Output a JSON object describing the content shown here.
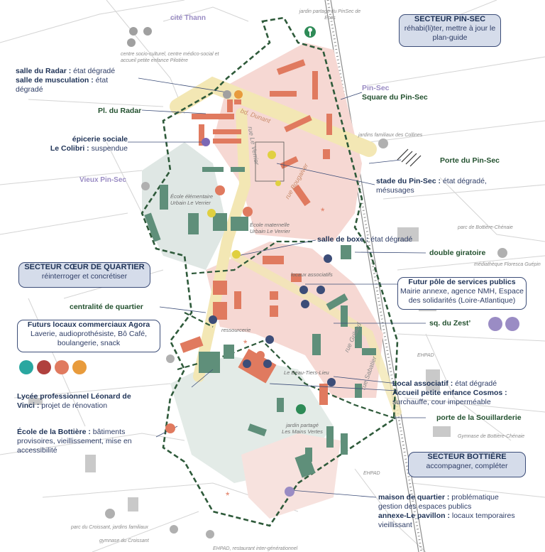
{
  "sectors": {
    "pin_sec": {
      "title": "SECTEUR PIN-SEC",
      "desc": "réhabi(li)ter, mettre à jour le plan-guide"
    },
    "coeur": {
      "title": "SECTEUR CŒUR DE QUARTIER",
      "desc": "réinterroger et concrétiser"
    },
    "bottiere": {
      "title": "SECTEUR BOTTIÈRE",
      "desc": "accompagner, compléter"
    }
  },
  "agora": {
    "title": "Futurs locaux commerciaux Agora",
    "desc": "Laverie, audioprothésiste, Bô Café, boulangerie, snack"
  },
  "poles": {
    "title": "Futur pôle de services publics",
    "desc": "Mairie annexe, agence NMH, Espace des solidarités (Loire-Atlantique)"
  },
  "callouts": {
    "radar_name": "salle du Radar :",
    "radar_state": "état dégradé",
    "muscu_name": "salle de musculation :",
    "muscu_state": "état dégradé",
    "place_radar": "Pl. du Radar",
    "epicerie_name": "épicerie sociale",
    "epicerie_name2": "Le Colibri :",
    "epicerie_state": "suspendue",
    "pinsec_label": "Pin-Sec",
    "square_pinsec": "Square du Pin-Sec",
    "porte_pinsec": "Porte du Pin-Sec",
    "stade_name": "stade du Pin-Sec :",
    "stade_state": "état dégradé, mésusages",
    "boxe_name": "salle de boxe :",
    "boxe_state": "état dégradé",
    "double_giratoire": "double giratoire",
    "centralite": "centralité de quartier",
    "zest": "sq. du Zest’",
    "lycee_name": "Lycée professionnel Léonard de Vinci :",
    "lycee_state": "projet de rénovation",
    "local_asso_name": "Local associatif :",
    "local_asso_state": "état dégradé",
    "cosmos_name": "Accueil petite enfance Cosmos :",
    "cosmos_state": "surchauffe, cour imperméable",
    "souillarderie": "porte de la Souillarderie",
    "ecole_bottiere_name": "École de la Bottière :",
    "ecole_bottiere_state": "bâtiments provisoires, vieillissement, mise en accessibilité",
    "maison_quartier_name": "maison de quartier :",
    "maison_quartier_state": "problématique gestion des espaces publics",
    "annexe_name": "annexe-Le pavillon :",
    "annexe_state": "locaux temporaires vieillissant"
  },
  "purple_labels": {
    "cite_thann": "cité Thann",
    "vieux_pinsec": "Vieux Pin-Sec"
  },
  "small_labels": {
    "jardin_pinsec": "jardin partagé du PinSec de Ecos",
    "centre_socio": "centre socio-culturel, centre médico-social et accueil petite enfance Pilotière",
    "jardins_collines": "jardins familiaux des Collines",
    "parc_bottiere": "parc de Bottière-Chénaie",
    "mediatheque": "médiathèque Floresca Guépin",
    "ehpad1": "EHPAD",
    "ehpad2": "EHPAD",
    "gymnase_bottiere": "Gymnase de Bottière-Chénaie",
    "parc_croissant": "parc du Croissant, jardins familiaux",
    "gymnase_croissant": "gymnase du Croissant",
    "ehpad_restaurant": "EHPAD, restaurant inter-générationnel"
  },
  "map_labels": {
    "bd_dunant": "bd. Dunant",
    "rue_verrier": "rue Le Verrier",
    "rue_bougainville": "rue Bougaiver",
    "rue_grilaud": "rue Grilaud",
    "rue_sabatier": "rue Sabatier",
    "ecole_elem": "École élémentaire Urbain Le Verrier",
    "ecole_mat": "École maternelle Urbain Le Verrier",
    "locaux_asso": "locaux associatifs",
    "ressourcerie": "ressourcerie",
    "beau_tiers_lieu": "Le Beau-Tiers-Lieu",
    "jardin_mains": "jardin partagé Les Mains Vertes"
  },
  "colors": {
    "accent_navy": "#3c4d78",
    "box_fill": "#d5dcea",
    "green": "#23512f",
    "purple": "#9a8cc4",
    "building_red": "#e07a5f",
    "building_green": "#5f8f7a",
    "zone_pink": "#f6d8d3",
    "zone_yellow": "#f3e7b4"
  },
  "icons": [
    "shield-icon",
    "health-cross-icon",
    "scissors-icon",
    "ear-icon",
    "coffee-icon",
    "bread-icon",
    "people-icon",
    "building-icon",
    "tree-icon",
    "book-icon",
    "balloon-icon",
    "boxing-icon"
  ]
}
